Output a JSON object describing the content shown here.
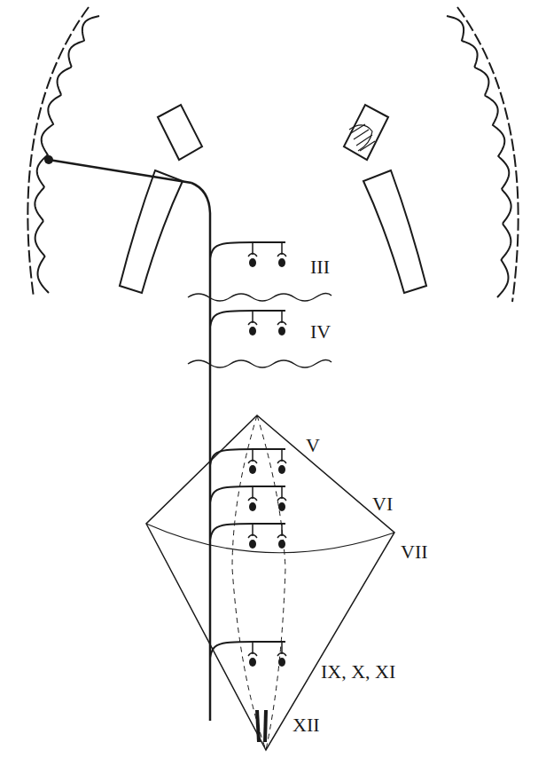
{
  "diagram": {
    "labels": [
      "III",
      "IV",
      "V",
      "VI",
      "VII",
      "IX, X, XI",
      "XII"
    ]
  }
}
